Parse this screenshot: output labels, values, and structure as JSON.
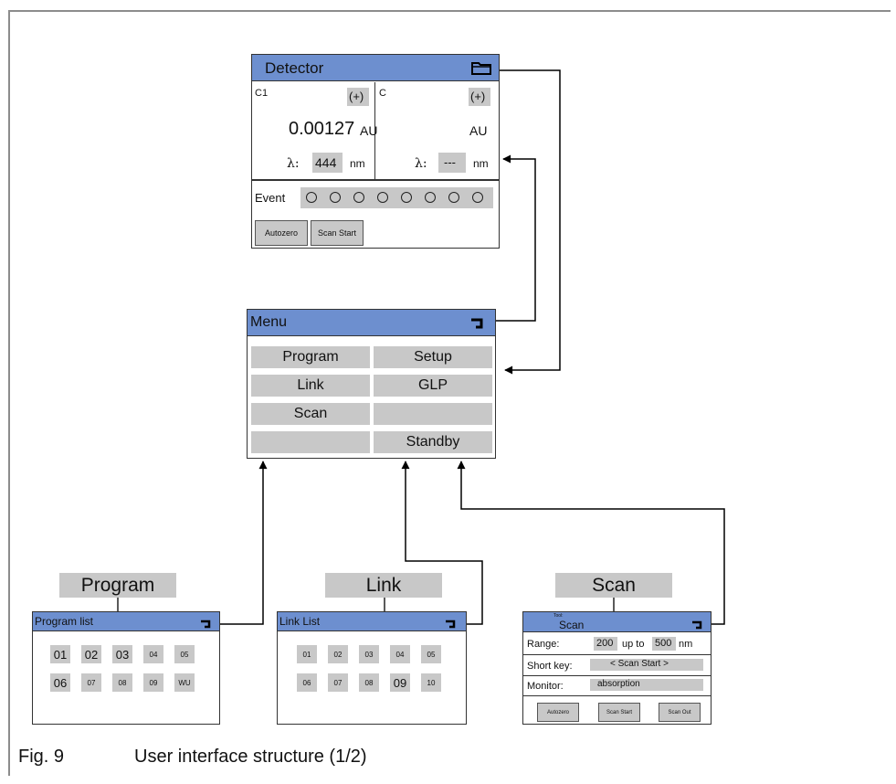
{
  "detector": {
    "title": "Detector",
    "ch1_name": "C1",
    "ch1_plus": "(+)",
    "ch1_value": "0.00127",
    "ch1_unit": "AU",
    "ch1_lambda": "λ:",
    "ch1_wavelength": "444",
    "ch1_nm": "nm",
    "ch2_name": "C",
    "ch2_plus": "(+)",
    "ch2_unit": "AU",
    "ch2_lambda": "λ:",
    "ch2_wavelength": "---",
    "ch2_nm": "nm",
    "event_label": "Event",
    "autozero": "Autozero",
    "scan_start": "Scan Start"
  },
  "menu": {
    "title": "Menu",
    "program": "Program",
    "setup": "Setup",
    "link": "Link",
    "glp": "GLP",
    "scan": "Scan",
    "standby": "Standby"
  },
  "program_screen": {
    "caption": "Program",
    "title": "Program list",
    "row1": [
      "01",
      "02",
      "03",
      "04",
      "05"
    ],
    "row2": [
      "06",
      "07",
      "08",
      "09",
      "WU"
    ]
  },
  "link_screen": {
    "caption": "Link",
    "title": "Link List",
    "row1": [
      "01",
      "02",
      "03",
      "04",
      "05"
    ],
    "row2": [
      "06",
      "07",
      "08",
      "09",
      "10"
    ]
  },
  "scan_screen": {
    "caption": "Scan",
    "tool_label": "Tool:",
    "title": "Scan",
    "range_label": "Range:",
    "range_from": "200",
    "range_upto": "up to",
    "range_to": "500",
    "range_nm": "nm",
    "shortkey_label": "Short key:",
    "shortkey_value": "< Scan Start >",
    "monitor_label": "Monitor:",
    "monitor_value": "absorption",
    "autozero": "Autozero",
    "scan_start": "Scan Start",
    "scan_out": "Scan Out"
  },
  "caption": {
    "fig_number": "Fig. 9",
    "fig_title": "User interface structure (1/2)"
  }
}
